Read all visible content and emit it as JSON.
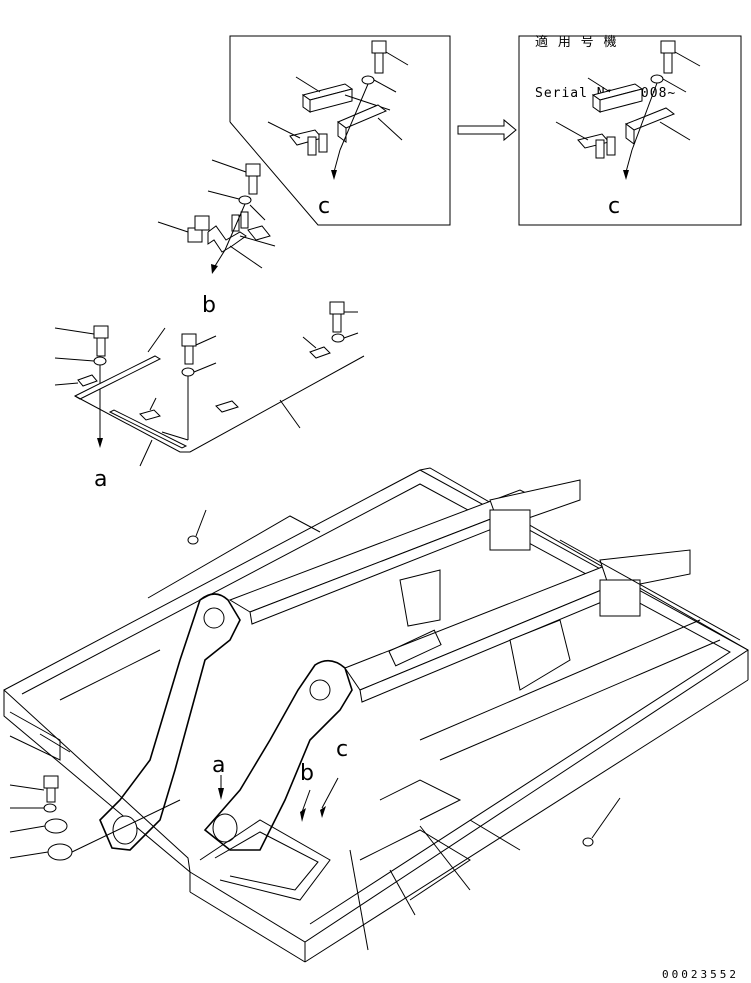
{
  "header": {
    "applicable_label": "適 用 号 機",
    "serial_label": "Serial No 40008~"
  },
  "callouts": {
    "a": "a",
    "b": "b",
    "c": "c"
  },
  "part_number": "00023552"
}
